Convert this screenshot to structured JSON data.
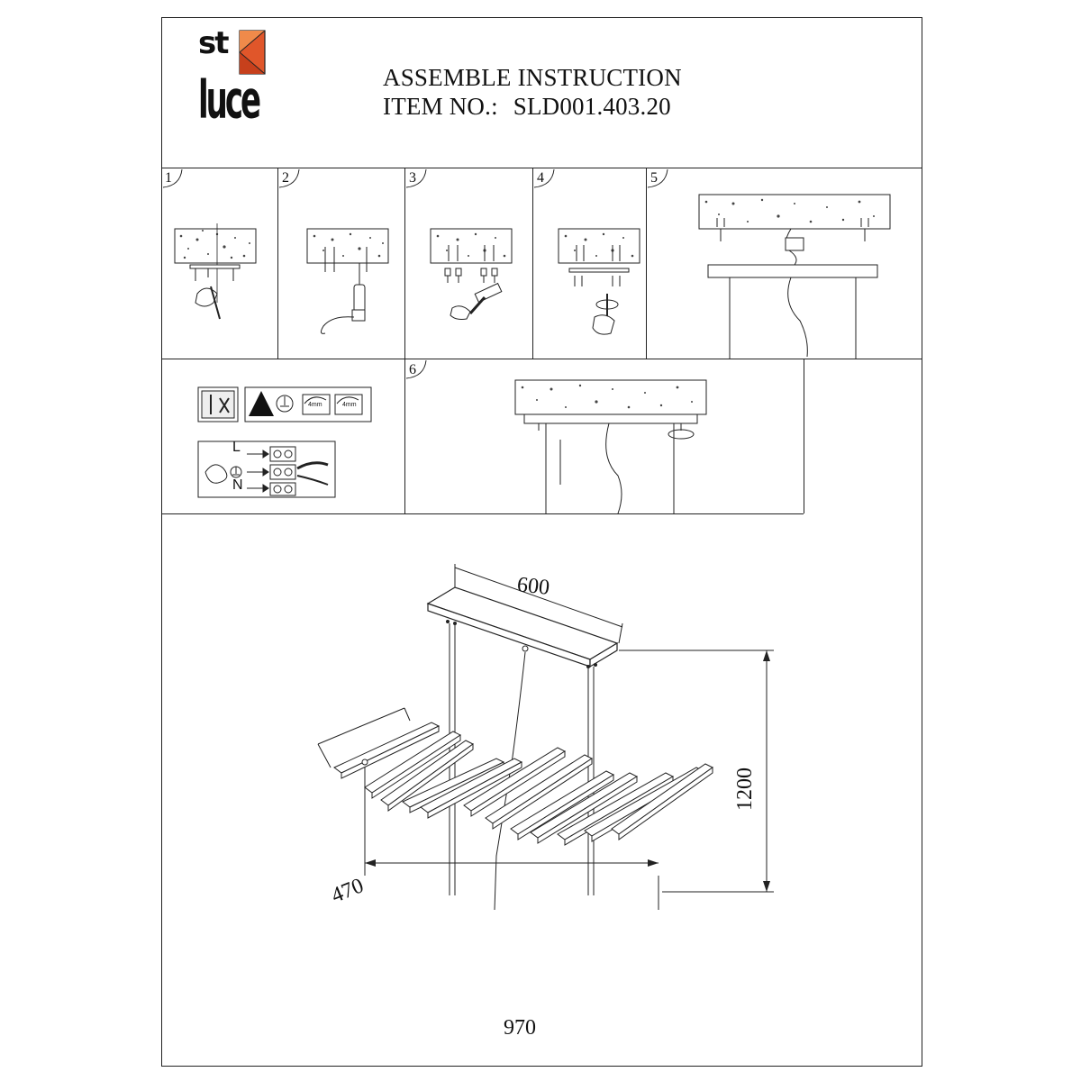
{
  "brand": {
    "line1": "st",
    "line2": "luce"
  },
  "header": {
    "title": "ASSEMBLE INSTRUCTION",
    "item_prefix": "ITEM NO.:",
    "item_number": "SLD001.403.20"
  },
  "steps": [
    {
      "number": "1"
    },
    {
      "number": "2"
    },
    {
      "number": "3"
    },
    {
      "number": "4"
    },
    {
      "number": "5"
    },
    {
      "number": "6"
    }
  ],
  "wiring": {
    "live": "L",
    "neutral": "N",
    "warning_label": "4mm"
  },
  "dimensions": {
    "canopy_length": "600",
    "height": "1200",
    "width": "470",
    "length": "970"
  }
}
